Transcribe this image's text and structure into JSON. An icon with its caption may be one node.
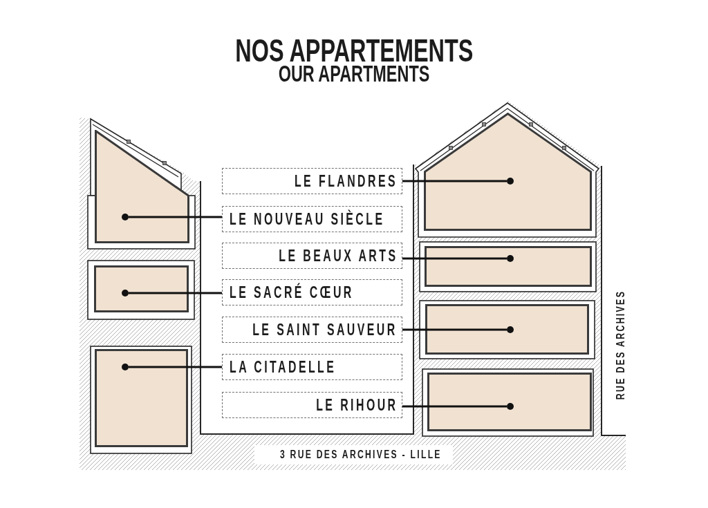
{
  "diagram": {
    "title": "NOS APPARTEMENTS",
    "nodes": [
      {
        "text": [
          "LE FLANDRES"
        ]
      },
      {
        "text": [
          "LE NOUVEAU SIÈCLE"
        ]
      },
      {
        "text": [
          "LE BEAUX ARTS"
        ]
      },
      {
        "text": [
          "LE SACRÉ CŒUR"
        ]
      },
      {
        "text": [
          "LE SAINT SAUVEUR"
        ]
      },
      {
        "text": [
          "LA CITADELLE"
        ]
      },
      {
        "text": [
          "LE RIHOUR"
        ]
      },
      {
        "text": [],
        "shape": "pentagon"
      },
      {
        "text": [],
        "shape": "trapezoid"
      },
      {
        "text": [],
        "shape": "box"
      },
      {
        "text": [],
        "shape": "box"
      },
      {
        "text": [],
        "shape": "box"
      },
      {
        "text": [],
        "shape": "box"
      },
      {
        "text": [],
        "shape": "box"
      },
      {
        "text": [],
        "shape": "circle",
        "in": 7
      },
      {
        "text": [],
        "shape": "circle",
        "in": 8
      },
      {
        "text": [],
        "shape": "circle",
        "in": 9
      },
      {
        "text": [],
        "shape": "circle",
        "in": 10
      },
      {
        "text": [],
        "shape": "circle",
        "in": 11
      },
      {
        "text": [],
        "shape": "circle",
        "in": 12
      },
      {
        "text": [],
        "shape": "circle",
        "in": 13
      }
    ],
    "edges": [
      {
        "from": 0,
        "to": 14,
        "arrow": "none"
      },
      {
        "from": 1,
        "to": 15,
        "arrow": "none"
      },
      {
        "from": 2,
        "to": 16,
        "arrow": "none"
      },
      {
        "from": 3,
        "to": 17,
        "arrow": "none"
      },
      {
        "from": 4,
        "to": 18,
        "arrow": "none"
      },
      {
        "from": 5,
        "to": 19,
        "arrow": "none"
      },
      {
        "from": 6,
        "to": 20,
        "arrow": "none"
      }
    ],
    "labels": [
      "OUR APARTMENTS",
      "RUE DES ARCHIVES",
      "3 RUE DES ARCHIVES - LILLE"
    ]
  }
}
